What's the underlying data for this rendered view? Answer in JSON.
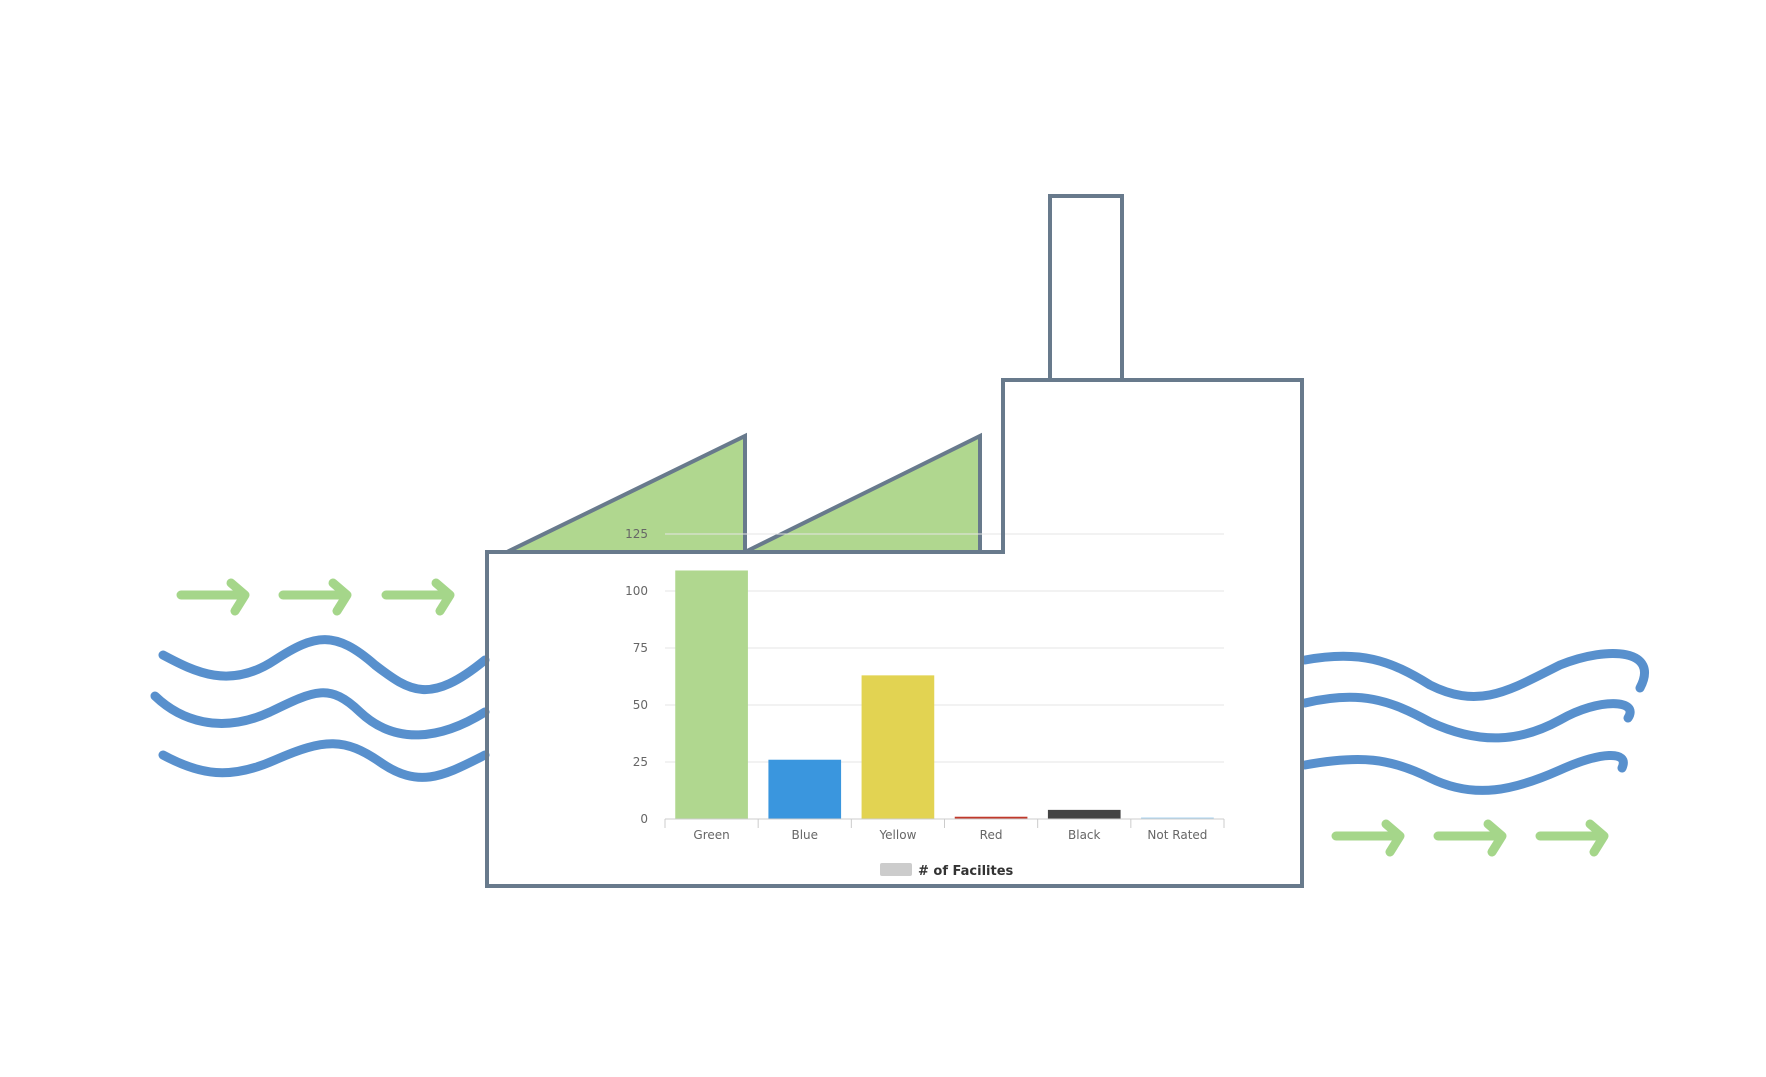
{
  "colors": {
    "outline": "#687a8c",
    "roof_fill": "#b0d78f",
    "water": "#5890cd",
    "arrows": "#a5d68a",
    "gridline": "#e6e6e6",
    "legend_swatch": "#cccccc"
  },
  "chart_data": {
    "type": "bar",
    "categories": [
      "Green",
      "Blue",
      "Yellow",
      "Red",
      "Black",
      "Not Rated"
    ],
    "series": [
      {
        "name": "# of Facilites",
        "values": [
          109,
          26,
          63,
          1,
          4,
          0.5
        ],
        "colors": [
          "#b0d78f",
          "#3a96de",
          "#e2d352",
          "#c0392b",
          "#444444",
          "#a9d3f0"
        ]
      }
    ],
    "yticks": [
      0,
      25,
      50,
      75,
      100,
      125
    ],
    "ylim": [
      0,
      125
    ],
    "grid": true,
    "legend_position": "bottom-center",
    "xlabel": "",
    "ylabel": "",
    "title": ""
  }
}
